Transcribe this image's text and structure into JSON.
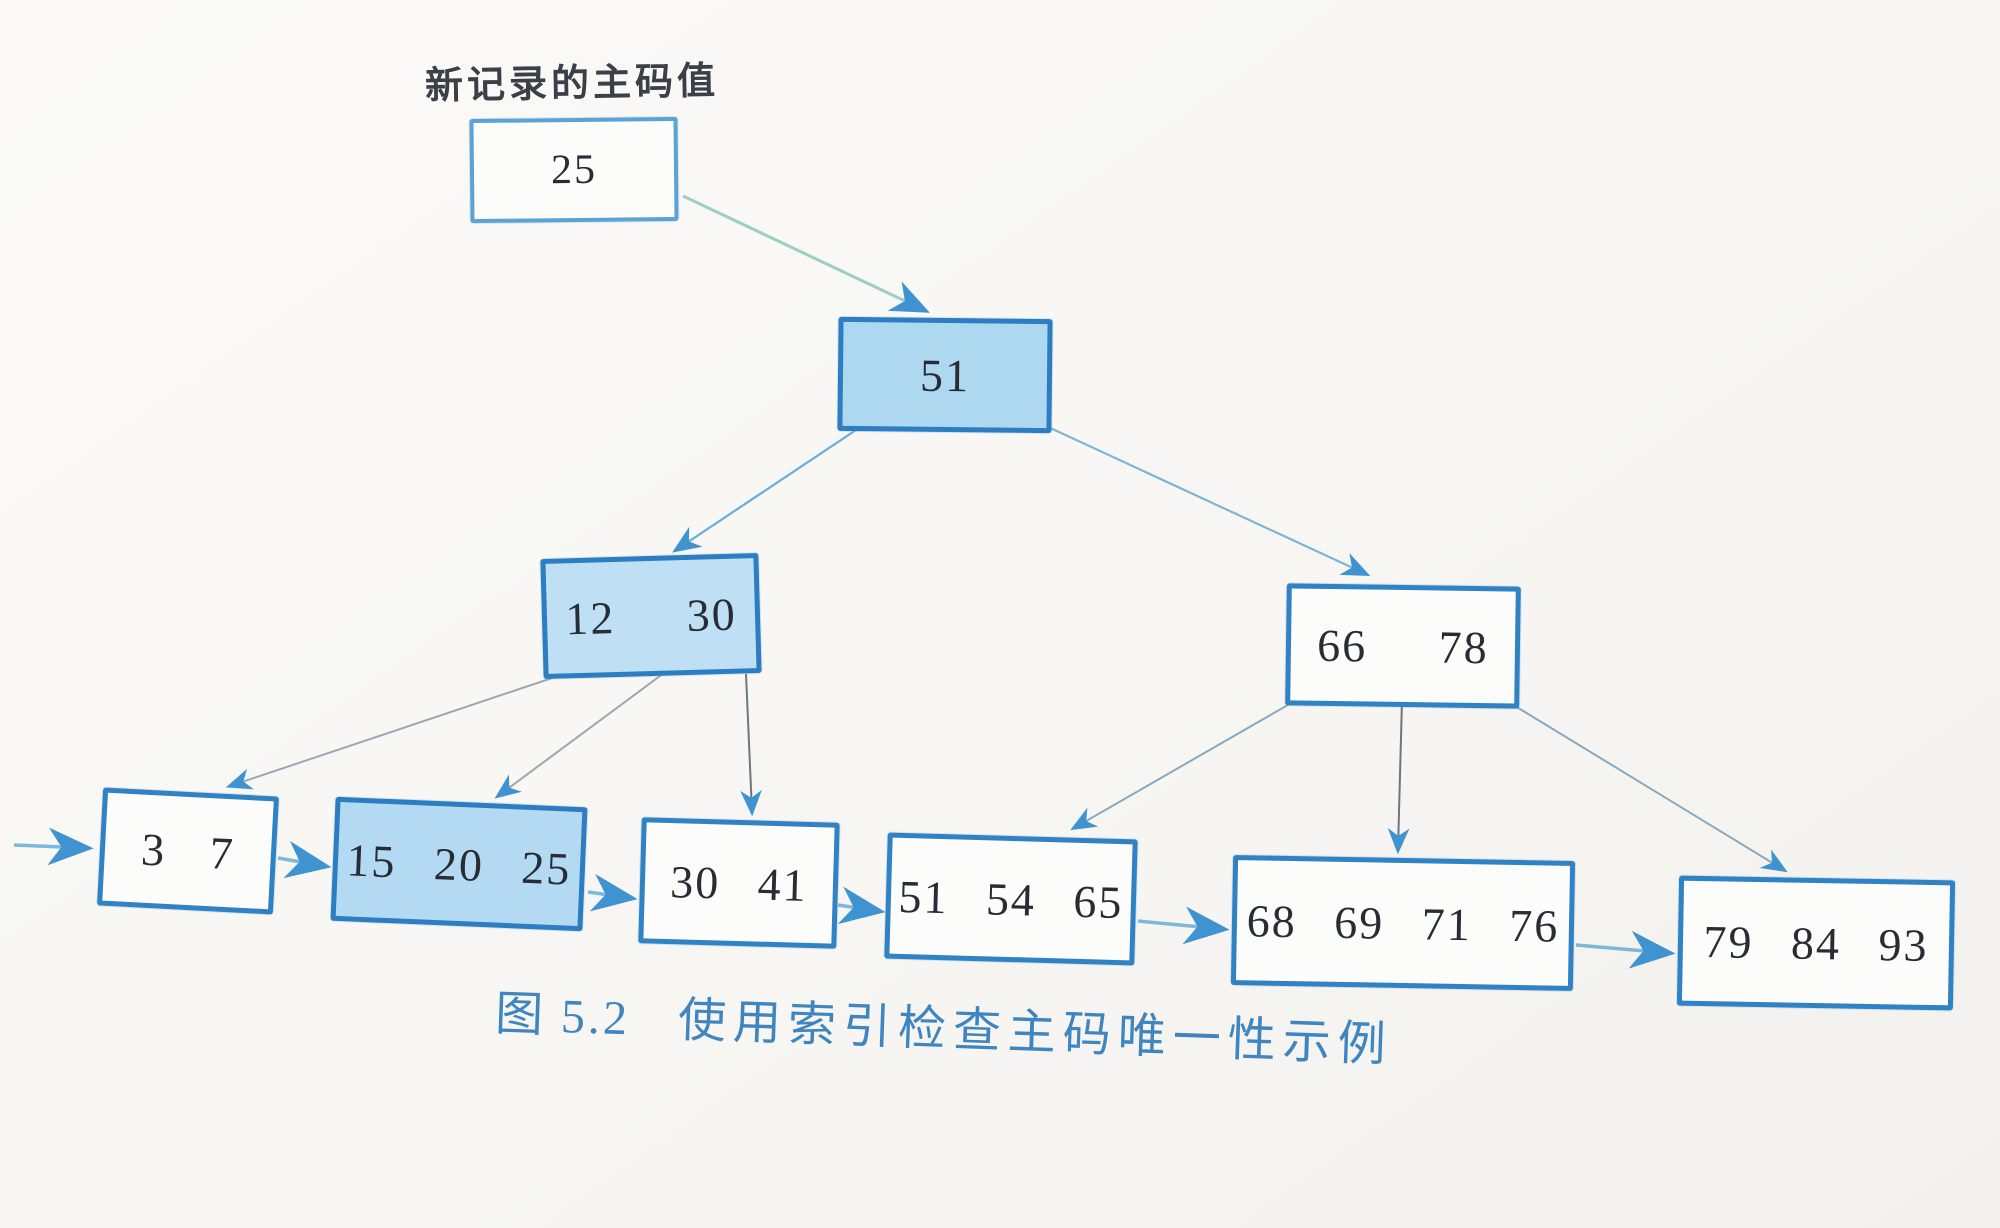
{
  "figure": {
    "annotation_label": "新记录的主码值",
    "caption": {
      "prefix": "图 5.2",
      "title": "使用索引检查主码唯一性示例"
    },
    "search_key": {
      "label": "25",
      "highlighted": false
    },
    "tree": {
      "root": {
        "label": "51",
        "highlighted": true
      },
      "internal": [
        {
          "label": "12 30",
          "highlighted": true
        },
        {
          "label": "66 78",
          "highlighted": false
        }
      ],
      "leaves": [
        {
          "label": "3 7",
          "highlighted": false
        },
        {
          "label": "15 20 25",
          "highlighted": true
        },
        {
          "label": "30 41",
          "highlighted": false
        },
        {
          "label": "51 54 65",
          "highlighted": false
        },
        {
          "label": "68 69 71 76",
          "highlighted": false
        },
        {
          "label": "79 84 93",
          "highlighted": false
        }
      ],
      "edges": [
        {
          "from": "search-key-25",
          "to": "root-51"
        },
        {
          "from": "root-51",
          "to": "internal-12-30"
        },
        {
          "from": "root-51",
          "to": "internal-66-78"
        },
        {
          "from": "internal-12-30",
          "to": "leaf-3-7"
        },
        {
          "from": "internal-12-30",
          "to": "leaf-15-20-25"
        },
        {
          "from": "internal-12-30",
          "to": "leaf-30-41"
        },
        {
          "from": "internal-66-78",
          "to": "leaf-51-54-65"
        },
        {
          "from": "internal-66-78",
          "to": "leaf-68-69-71-76"
        },
        {
          "from": "internal-66-78",
          "to": "leaf-79-84-93"
        },
        {
          "from": "left-margin",
          "to": "leaf-3-7"
        },
        {
          "from": "leaf-3-7",
          "to": "leaf-15-20-25"
        },
        {
          "from": "leaf-15-20-25",
          "to": "leaf-30-41"
        },
        {
          "from": "leaf-30-41",
          "to": "leaf-51-54-65"
        },
        {
          "from": "leaf-51-54-65",
          "to": "leaf-68-69-71-76"
        },
        {
          "from": "leaf-68-69-71-76",
          "to": "leaf-79-84-93"
        }
      ]
    },
    "colors": {
      "highlight_fill": "#aed7f0",
      "box_border": "#2f82c4",
      "arrowhead": "#3f93d0",
      "caption_blue": "#3f86c0"
    }
  }
}
